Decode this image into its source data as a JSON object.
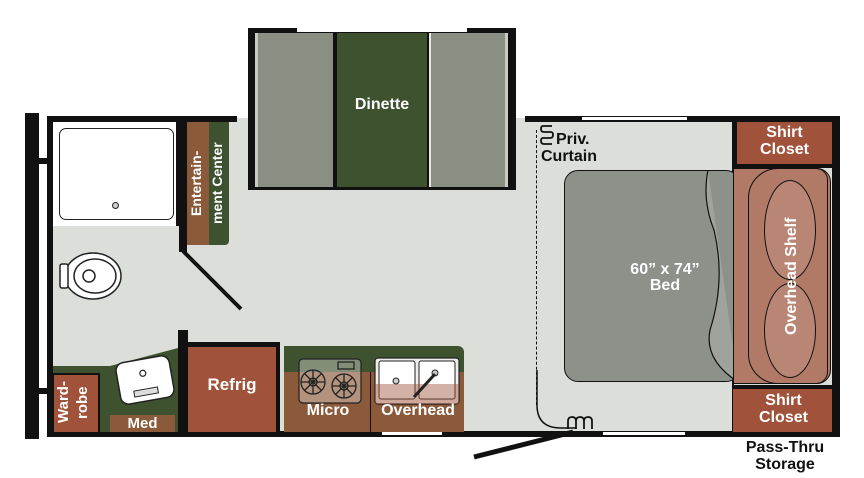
{
  "floorplan": {
    "title": "Travel Trailer Floor Plan",
    "colors": {
      "floor": "#dcdfd9",
      "wall": "#111111",
      "cabinet_brown": "#a0533a",
      "counter_green": "#3f5230",
      "dinette_seat": "#8a8f84",
      "bed": "#8c918a",
      "shelf_brown": "#b07a66"
    },
    "rooms": {
      "dinette": "Dinette",
      "entertainment_center": "Entertain-\nment Center",
      "entertainment_line1": "Entertain-",
      "entertainment_line2": "ment Center",
      "privacy_curtain_line1": "Priv.",
      "privacy_curtain_line2": "Curtain",
      "bed_line1": "60” x 74”",
      "bed_line2": "Bed",
      "overhead_shelf": "Overhead Shelf",
      "shirt_closet_top_line1": "Shirt",
      "shirt_closet_top_line2": "Closet",
      "shirt_closet_bottom_line1": "Shirt",
      "shirt_closet_bottom_line2": "Closet",
      "pass_thru_line1": "Pass-Thru",
      "pass_thru_line2": "Storage",
      "wardrobe_line1": "Ward-",
      "wardrobe_line2": "robe",
      "med": "Med",
      "refrig": "Refrig",
      "micro": "Micro",
      "overhead": "Overhead"
    }
  }
}
